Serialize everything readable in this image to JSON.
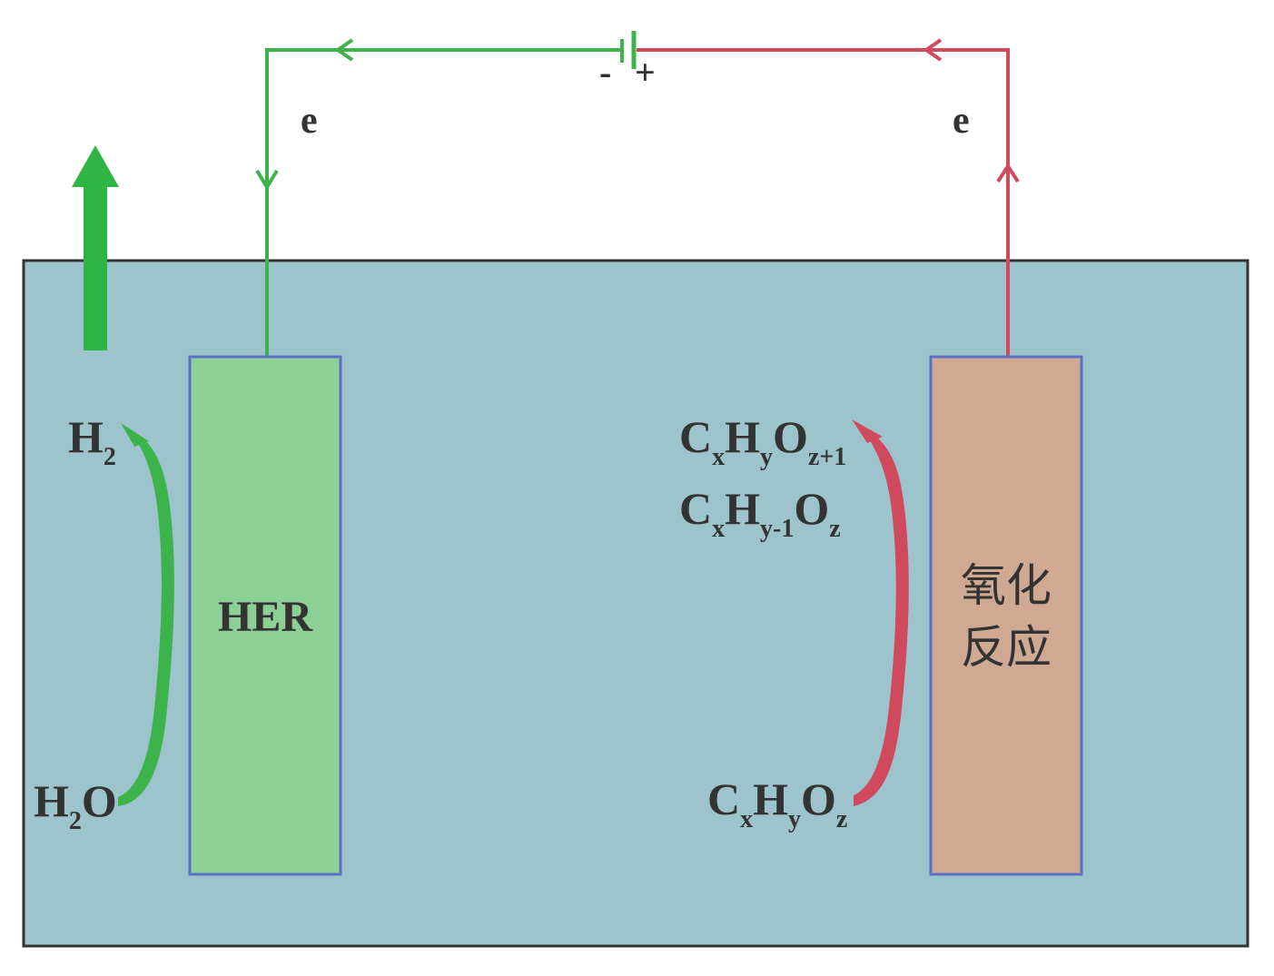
{
  "circuit": {
    "electron_left": "e",
    "electron_right": "e",
    "battery_negative": "-",
    "battery_positive": "+"
  },
  "cathode": {
    "label": "HER",
    "reactant": {
      "base": "H",
      "sub1": "2",
      "tail": "O"
    },
    "product": {
      "base": "H",
      "sub1": "2"
    }
  },
  "anode": {
    "label_line1": "氧化",
    "label_line2": "反应",
    "reactant": {
      "c": "C",
      "cx": "x",
      "h": "H",
      "hy": "y",
      "o": "O",
      "oz": "z"
    },
    "product1": {
      "c": "C",
      "cx": "x",
      "h": "H",
      "hy": "y",
      "o": "O",
      "oz": "z+1"
    },
    "product2": {
      "c": "C",
      "cx": "x",
      "h": "H",
      "hy": "y-1",
      "o": "O",
      "oz": "z"
    }
  },
  "colors": {
    "electrolyte": "#9dc4cc",
    "cathode_fill": "#8dd095",
    "anode_fill": "#d0a993",
    "electrode_border": "#5b6fc4",
    "cathode_wire": "#3cb44b",
    "anode_wire": "#cf4a5d",
    "gas_arrow": "#2fb544",
    "tank_border": "#333333"
  }
}
